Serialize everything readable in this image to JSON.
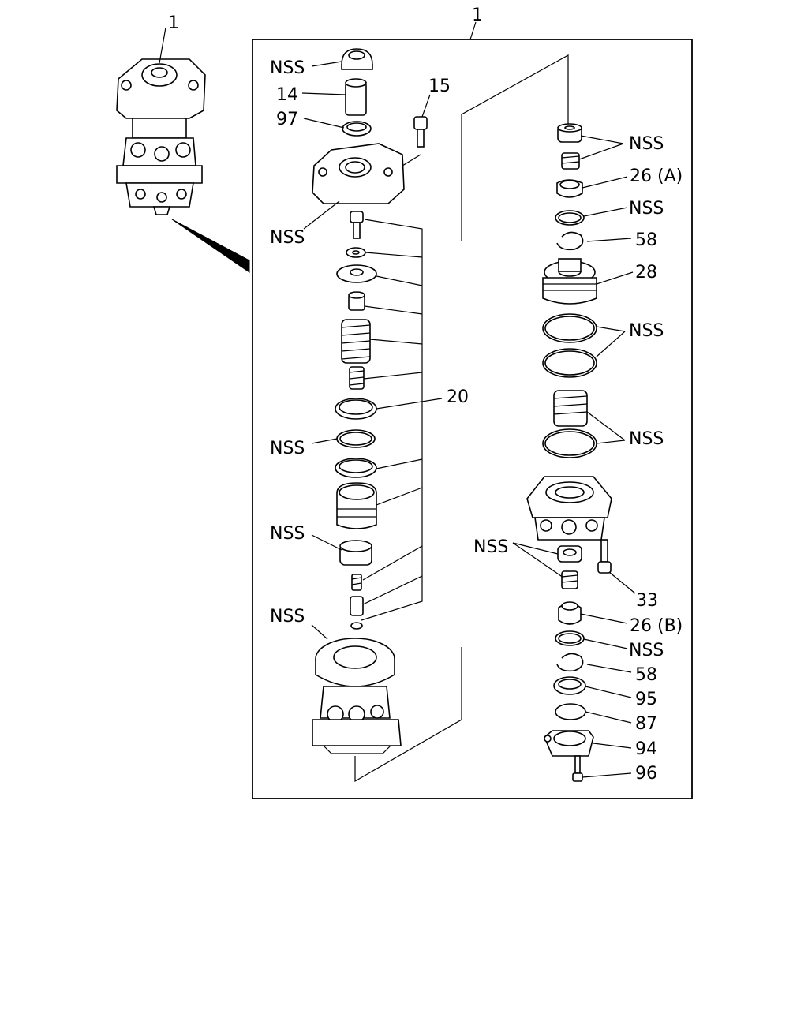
{
  "labels": {
    "assembly_top": "1",
    "assembly_frame": "1",
    "nss": "NSS",
    "p14": "14",
    "p97": "97",
    "p15": "15",
    "p20": "20",
    "p26a": "26 (A)",
    "p58": "58",
    "p28": "28",
    "p33": "33",
    "p26b": "26 (B)",
    "p95": "95",
    "p87": "87",
    "p94": "94",
    "p96": "96"
  }
}
